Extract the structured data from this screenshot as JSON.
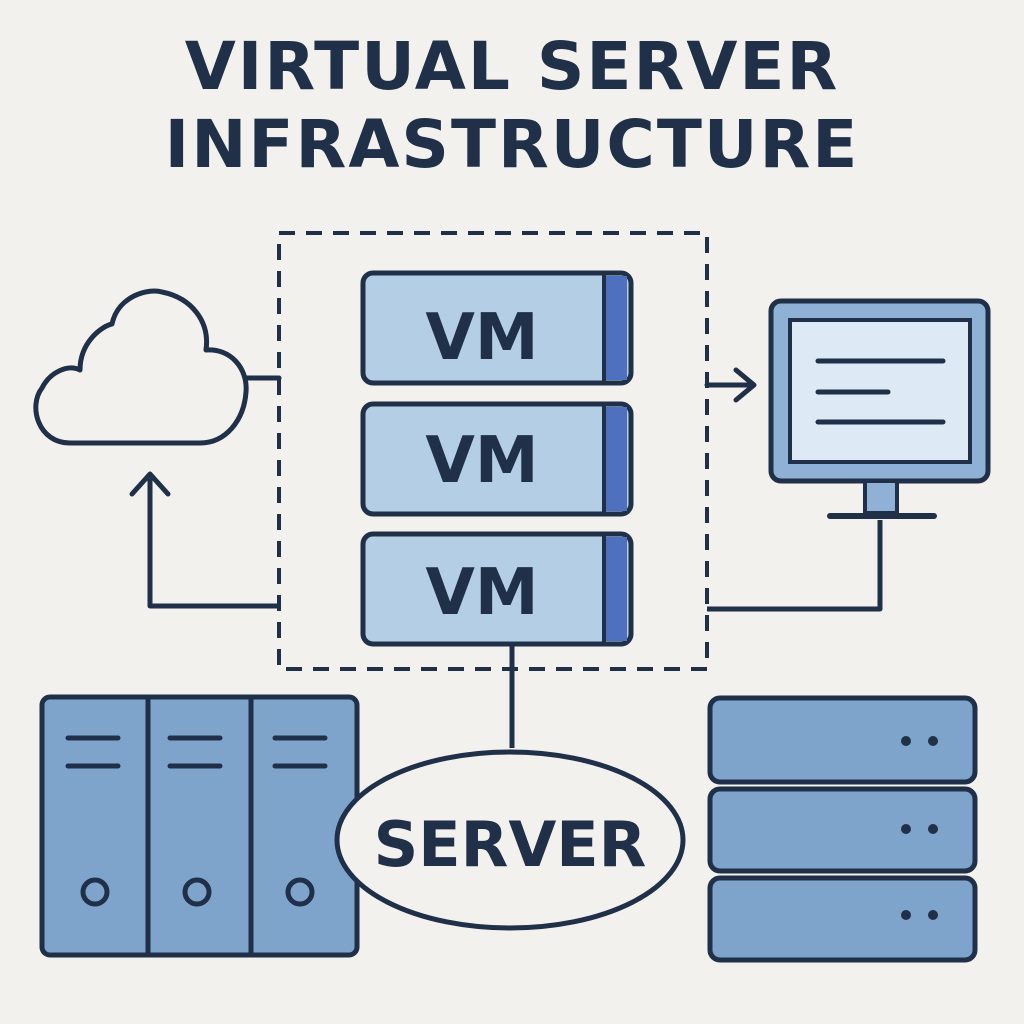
{
  "title": {
    "line1": "VIRTUAL SERVER",
    "line2": "INFRASTRUCTURE"
  },
  "vms": [
    {
      "label": "VM"
    },
    {
      "label": "VM"
    },
    {
      "label": "VM"
    }
  ],
  "server": {
    "label": "SERVER"
  },
  "colors": {
    "background": "#f2f1ed",
    "stroke": "#1f3048",
    "vm_fill": "#b4cfe5",
    "vm_accent": "#4f6fbf",
    "hardware_fill": "#7fa4cc",
    "monitor_screen": "#dde9f4",
    "monitor_bezel": "#8fb1d6"
  },
  "icons": [
    "cloud-icon",
    "monitor-icon",
    "storage-array-icon",
    "rack-server-icon",
    "arrow-up-icon",
    "arrow-right-icon"
  ]
}
